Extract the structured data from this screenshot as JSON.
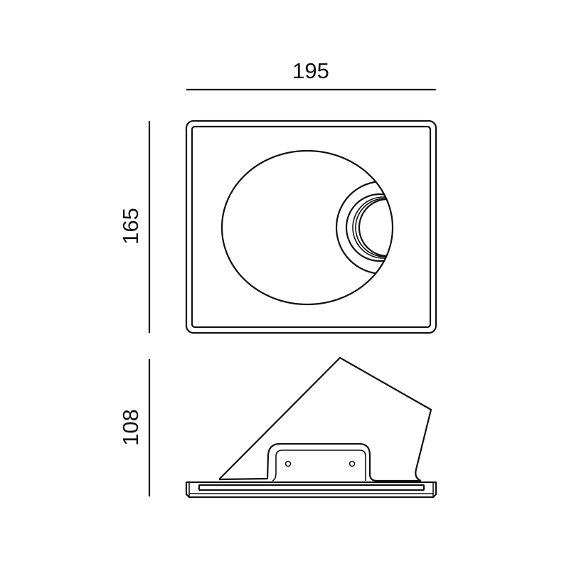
{
  "dimensions": {
    "width_label": "195",
    "height_label": "165",
    "depth_label": "108"
  },
  "colors": {
    "line": "#111111",
    "background": "#ffffff"
  }
}
